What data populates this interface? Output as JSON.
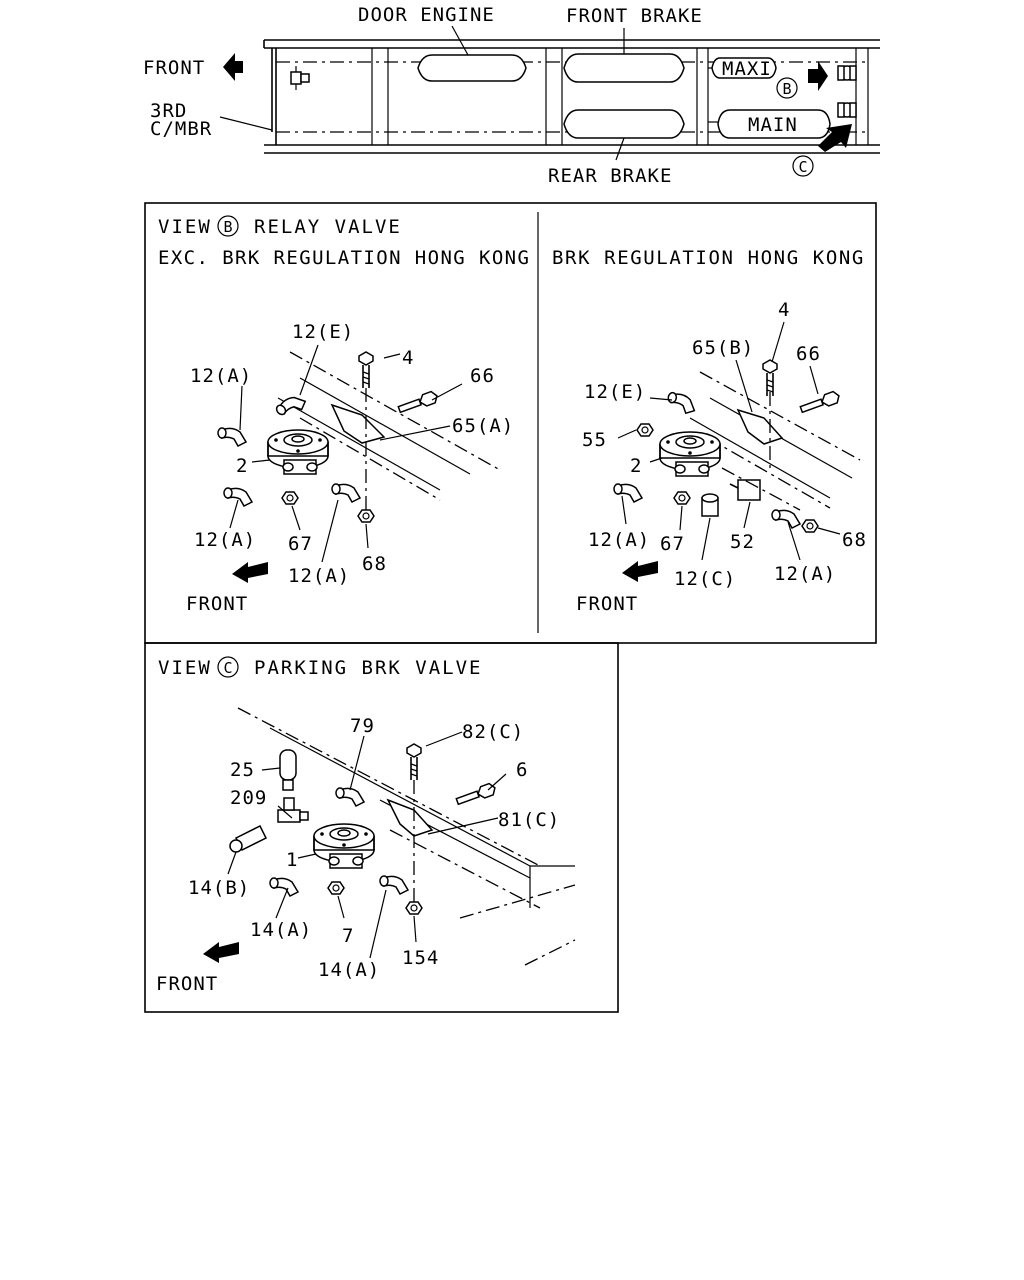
{
  "overview": {
    "door_engine": "DOOR ENGINE",
    "front_brake": "FRONT BRAKE",
    "rear_brake": "REAR BRAKE",
    "front": "FRONT",
    "third_cmbr_1": "3RD",
    "third_cmbr_2": "C/MBR",
    "maxi": "MAXI",
    "main": "MAIN",
    "view_b_marker": "B",
    "view_c_marker": "C"
  },
  "view_b": {
    "title_prefix": "VIEW",
    "marker": "B",
    "title": "RELAY VALVE",
    "left_subtitle": "EXC. BRK REGULATION HONG KONG",
    "right_subtitle": "BRK REGULATION HONG KONG",
    "left_callouts": {
      "c12e": "12(E)",
      "c4": "4",
      "c12a_top": "12(A)",
      "c66": "66",
      "c65a": "65(A)",
      "c2": "2",
      "c12a_left": "12(A)",
      "c67": "67",
      "c12a_bottom": "12(A)",
      "c68": "68",
      "front": "FRONT"
    },
    "right_callouts": {
      "c4": "4",
      "c65b": "65(B)",
      "c66": "66",
      "c12e": "12(E)",
      "c55": "55",
      "c2": "2",
      "c12a_left": "12(A)",
      "c67": "67",
      "c52": "52",
      "c68": "68",
      "c12c": "12(C)",
      "c12a_right": "12(A)",
      "front": "FRONT"
    }
  },
  "view_c": {
    "title_prefix": "VIEW",
    "marker": "C",
    "title": "PARKING BRK VALVE",
    "callouts": {
      "c79": "79",
      "c82c": "82(C)",
      "c25": "25",
      "c6": "6",
      "c209": "209",
      "c81c": "81(C)",
      "c1": "1",
      "c14b": "14(B)",
      "c14a_left": "14(A)",
      "c7": "7",
      "c154": "154",
      "c14a_bottom": "14(A)",
      "front": "FRONT"
    }
  }
}
